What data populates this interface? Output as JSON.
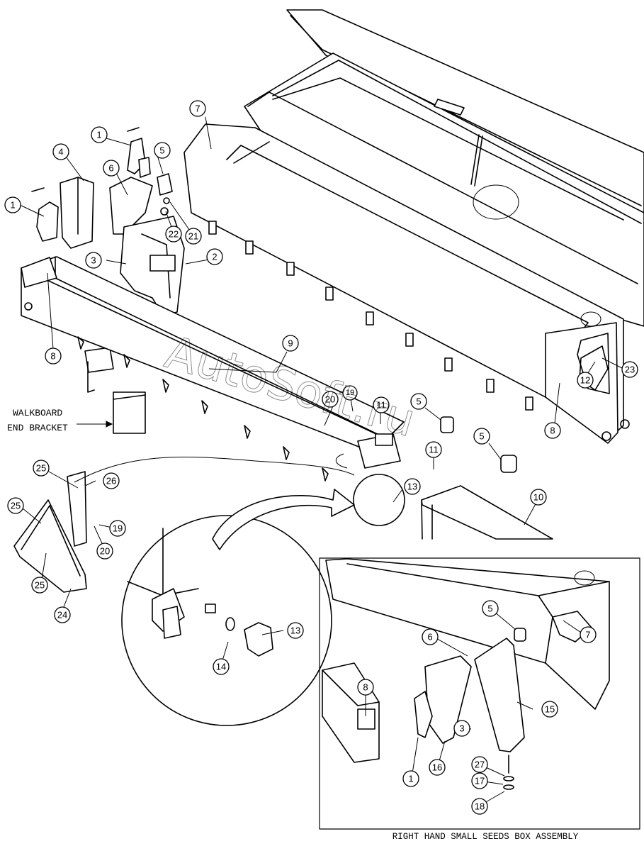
{
  "labels": {
    "walkboard_line1": "WALKBOARD",
    "walkboard_line2": "END BRACKET",
    "inset_caption": "RIGHT HAND SMALL SEEDS BOX ASSEMBLY"
  },
  "watermark": "AutoSoft.ru",
  "callouts": [
    "1",
    "1",
    "1",
    "2",
    "3",
    "3",
    "4",
    "5",
    "5",
    "5",
    "5",
    "6",
    "6",
    "7",
    "7",
    "8",
    "8",
    "8",
    "9",
    "10",
    "11",
    "11",
    "12",
    "13",
    "13",
    "14",
    "15",
    "16",
    "17",
    "18",
    "19",
    "19",
    "20",
    "20",
    "21",
    "22",
    "23",
    "24",
    "25",
    "25",
    "25",
    "26",
    "27"
  ]
}
